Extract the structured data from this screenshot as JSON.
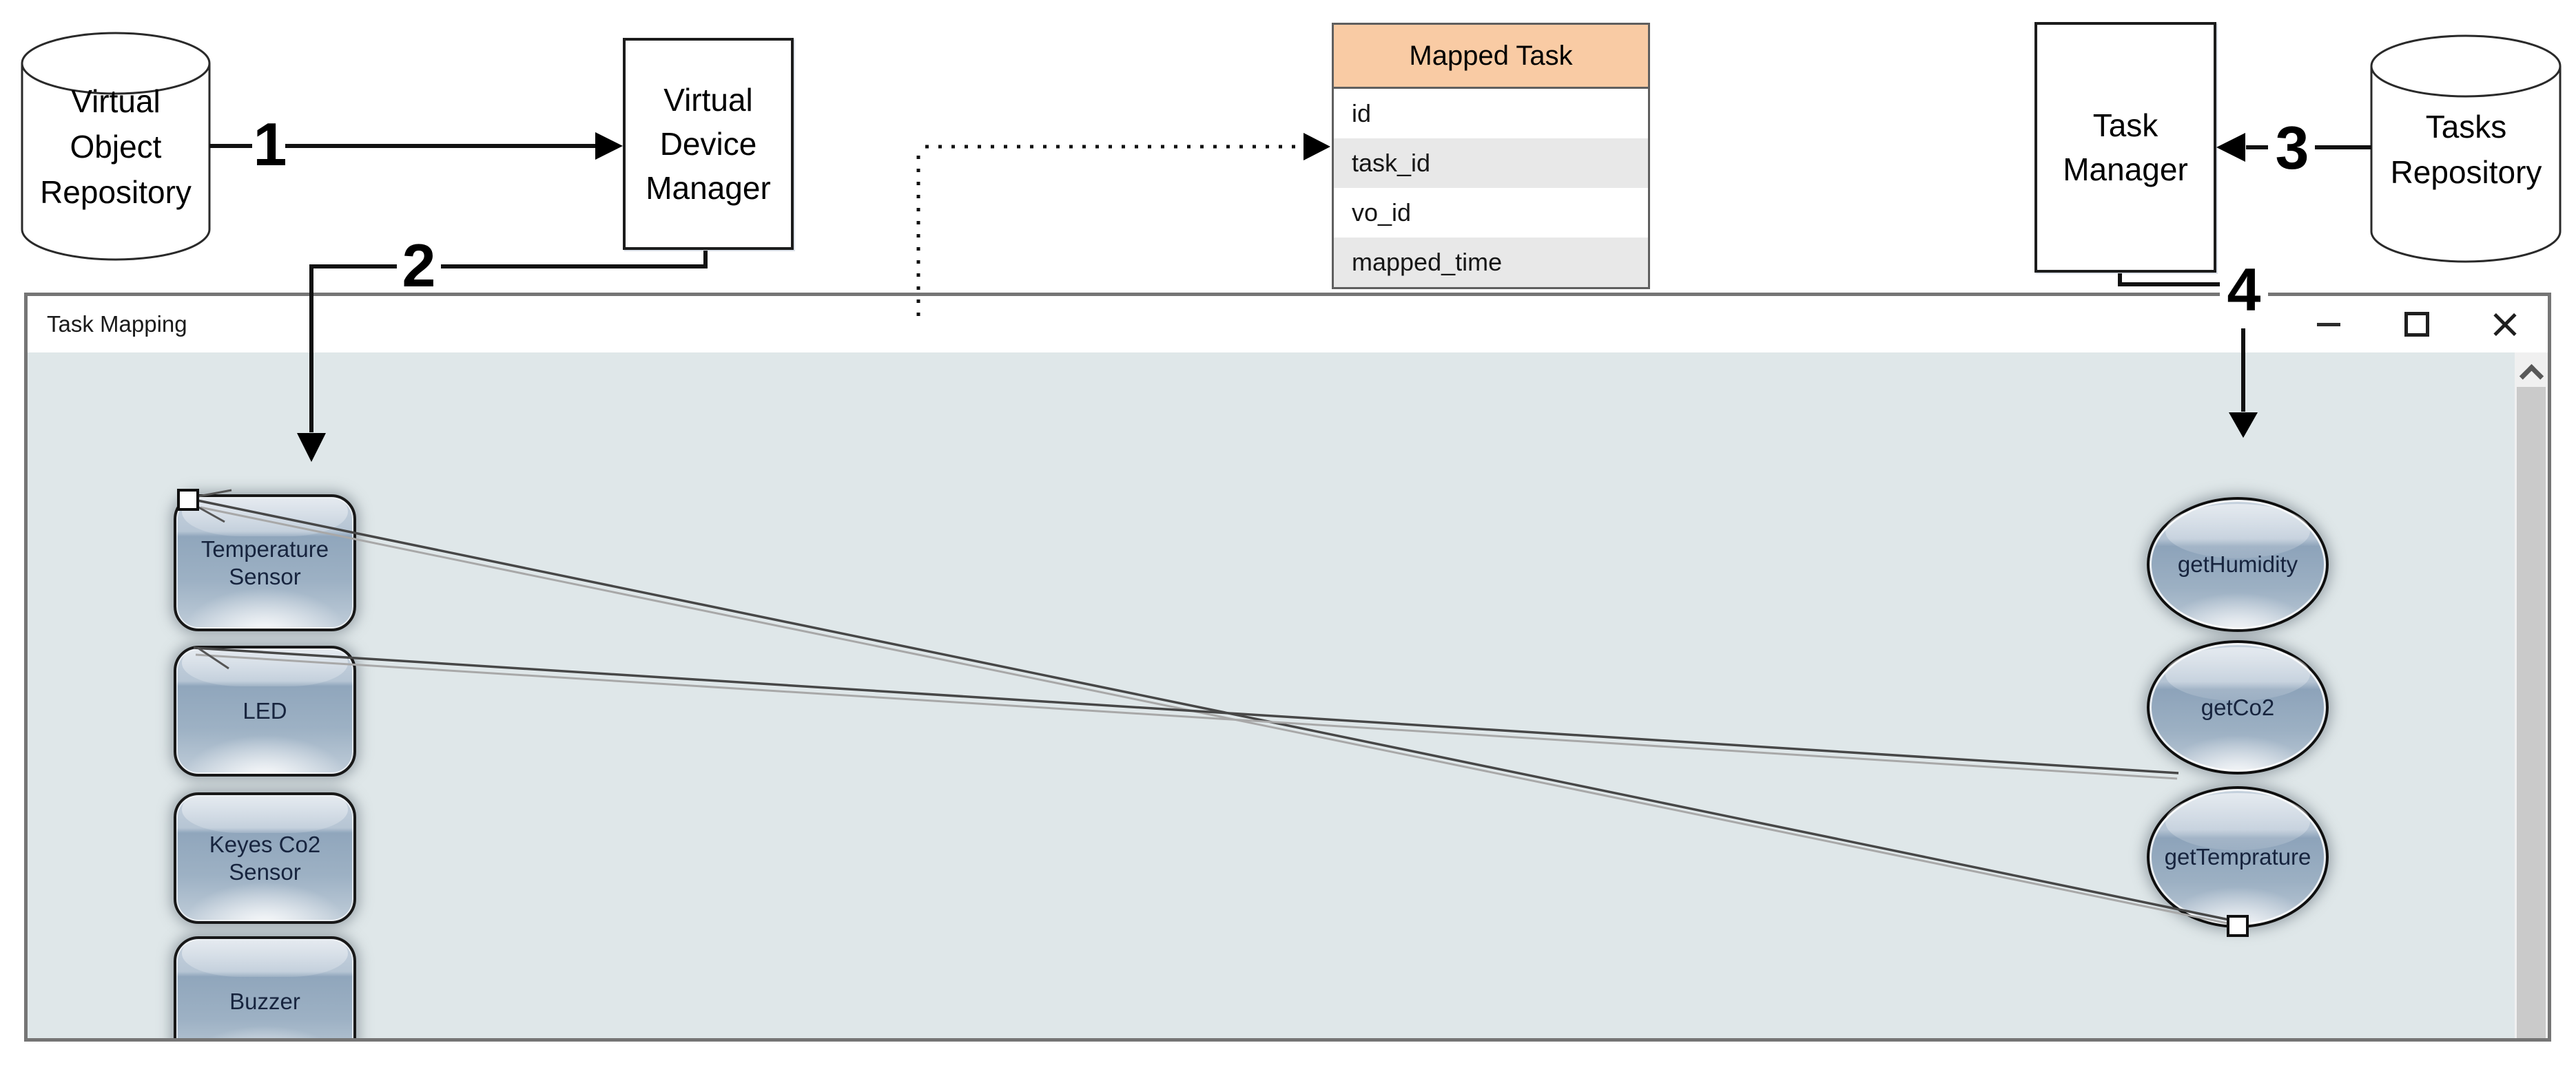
{
  "diagram": {
    "vo_repository": {
      "lines": [
        "Virtual",
        "Object",
        "Repository"
      ]
    },
    "vdm": {
      "lines": [
        "Virtual",
        "Device",
        "Manager"
      ]
    },
    "task_manager": {
      "lines": [
        "Task",
        "Manager"
      ]
    },
    "tasks_repository": {
      "lines": [
        "Tasks",
        "Repository"
      ]
    },
    "steps": {
      "s1": "1",
      "s2": "2",
      "s3": "3",
      "s4": "4"
    },
    "mapped_task": {
      "title": "Mapped Task",
      "fields": [
        "id",
        "task_id",
        "vo_id",
        "mapped_time"
      ]
    }
  },
  "window": {
    "title": "Task Mapping",
    "devices": [
      {
        "label": "Temperature\nSensor"
      },
      {
        "label": "LED"
      },
      {
        "label": "Keyes Co2\nSensor"
      },
      {
        "label": "Buzzer"
      }
    ],
    "tasks": [
      {
        "label": "getHumidity"
      },
      {
        "label": "getCo2"
      },
      {
        "label": "getTemprature"
      }
    ]
  },
  "colors": {
    "canvas_bg": "#DFE7E9",
    "table_header_bg": "#F9CBA4",
    "table_alt_row_bg": "#E8E8E8",
    "device_fill_top": "#C8D3DF",
    "device_fill_mid": "#90A6BC",
    "window_border": "#757575",
    "scrollbar_track": "#F0F0F0",
    "scrollbar_thumb": "#CACACA",
    "annotation_line": "#111111"
  }
}
